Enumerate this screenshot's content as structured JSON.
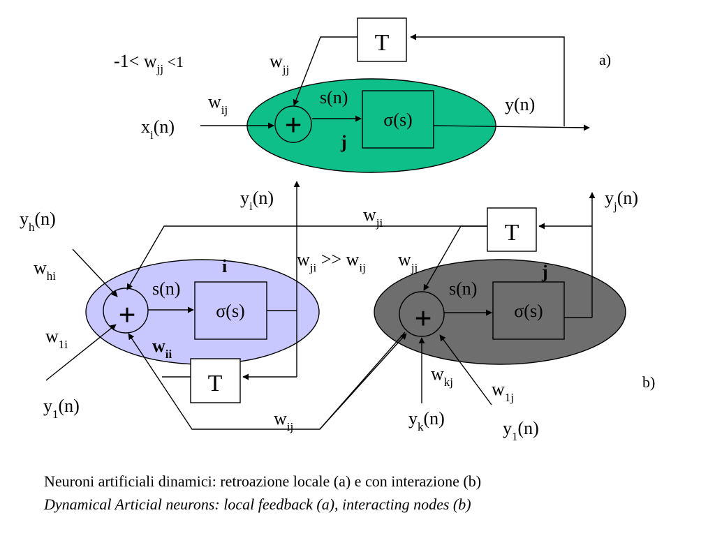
{
  "colors": {
    "neuron_a_fill": "#0fbf8a",
    "neuron_i_fill": "#c8c8ff",
    "neuron_j_fill": "#6e6e6e"
  },
  "panel_a": {
    "label": "a)",
    "constraint_prefix": "-1< w",
    "constraint_sub": "jj",
    "constraint_suffix": " <1",
    "delay": "T",
    "feedback_weight": "w",
    "feedback_weight_sub": "jj",
    "input_weight": "w",
    "input_weight_sub": "ij",
    "input": "x",
    "input_sub": "i",
    "input_suffix": "(n)",
    "sum_symbol": "+",
    "activation": "s(n)",
    "function": "σ(s)",
    "node": "j",
    "output": "y(n)"
  },
  "panel_b": {
    "label": "b)",
    "yh": "y",
    "yh_sub": "h",
    "yh_suffix": "(n)",
    "whi": "w",
    "whi_sub": "hi",
    "w1i": "w",
    "w1i_sub": "1i",
    "y1_left": "y",
    "y1_left_sub": "1",
    "y1_left_suffix": "(n)",
    "yi": "y",
    "yi_sub": "i",
    "yi_suffix": "(n)",
    "wji_top": "w",
    "wji_top_sub": "ji",
    "comparison_a": "w",
    "comparison_a_sub": "ji",
    "comparison_mid": " >> w",
    "comparison_b_sub": "ij",
    "node_i": "i",
    "node_j": "j",
    "sum_i": "+",
    "sum_j": "+",
    "s_i": "s(n)",
    "s_j": "s(n)",
    "sigma_i": "σ(s)",
    "sigma_j": "σ(s)",
    "wii": "w",
    "wii_sub": "ii",
    "delay_i": "T",
    "delay_j": "T",
    "wij_bottom": "w",
    "wij_bottom_sub": "ij",
    "wjj": "w",
    "wjj_sub": "jj",
    "yj": "y",
    "yj_sub": "j",
    "yj_suffix": "(n)",
    "wkj": "w",
    "wkj_sub": "kj",
    "w1j": "w",
    "w1j_sub": "1j",
    "yk": "y",
    "yk_sub": "k",
    "yk_suffix": "(n)",
    "y1_right": "y",
    "y1_right_sub": "1",
    "y1_right_suffix": "(n)"
  },
  "caption": {
    "italian": "Neuroni artificiali dinamici: retroazione locale (a) e con interazione (b)",
    "english": "Dynamical Articial neurons: local feedback (a), interacting nodes (b)"
  }
}
